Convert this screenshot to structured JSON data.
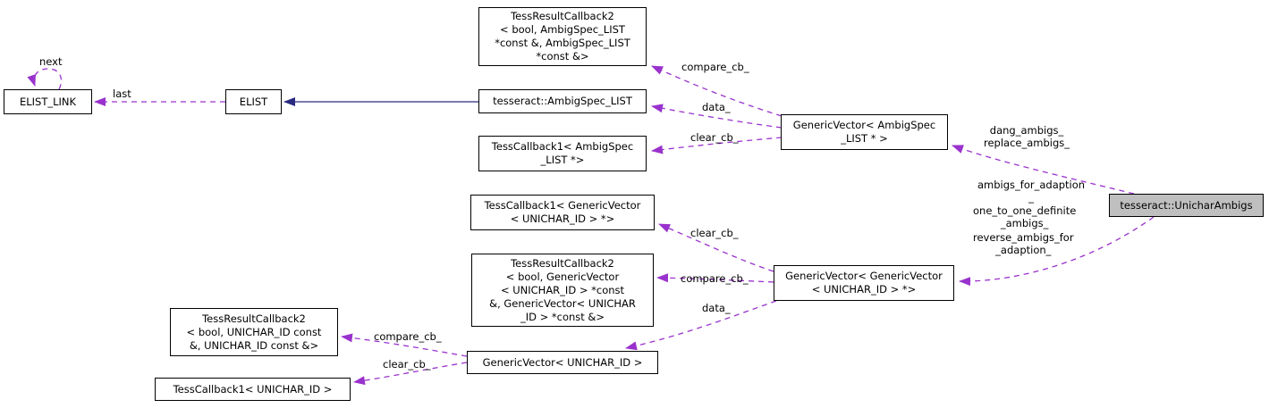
{
  "nodes": {
    "elist_link": {
      "label": "ELIST_LINK"
    },
    "elist": {
      "label": "ELIST"
    },
    "cb2_ambigspec": {
      "label": "TessResultCallback2\n< bool, AmbigSpec_LIST\n*const &, AmbigSpec_LIST\n*const &>"
    },
    "ambigspec_list": {
      "label": "tesseract::AmbigSpec_LIST"
    },
    "cb1_ambigspec": {
      "label": "TessCallback1< AmbigSpec\n_LIST *>"
    },
    "gv_ambigspec": {
      "label": "GenericVector< AmbigSpec\n_LIST * >"
    },
    "unichar_ambigs": {
      "label": "tesseract::UnicharAmbigs"
    },
    "cb1_gv_unichar": {
      "label": "TessCallback1< GenericVector\n< UNICHAR_ID > *>"
    },
    "cb2_gv_unichar": {
      "label": "TessResultCallback2\n< bool, GenericVector\n< UNICHAR_ID > *const\n&, GenericVector< UNICHAR\n_ID > *const &>"
    },
    "gv_gv_unichar": {
      "label": "GenericVector< GenericVector\n< UNICHAR_ID > *>"
    },
    "cb2_unichar": {
      "label": "TessResultCallback2\n< bool, UNICHAR_ID const\n&, UNICHAR_ID const &>"
    },
    "gv_unichar": {
      "label": "GenericVector< UNICHAR_ID >"
    },
    "cb1_unichar": {
      "label": "TessCallback1< UNICHAR_ID >"
    }
  },
  "edge_labels": {
    "next": "next",
    "last": "last",
    "compare_cb_top": "compare_cb_",
    "data_top": "data_",
    "clear_cb_top": "clear_cb_",
    "dang_replace": "dang_ambigs_\nreplace_ambigs_",
    "ambigs_for_adaption": "ambigs_for_adaption\n_",
    "one_to_one": "one_to_one_definite\n_ambigs_",
    "reverse_ambigs": "reverse_ambigs_for\n_adaption_",
    "clear_cb_mid": "clear_cb_",
    "compare_cb_mid": "compare_cb_",
    "data_mid": "data_",
    "compare_cb_bottom": "compare_cb_",
    "clear_cb_bottom": "clear_cb_"
  },
  "colors": {
    "edge_usage": "#9a32cd",
    "edge_inheritance": "#2a2a80",
    "node_fill": "#ffffff",
    "focus_node_fill": "#bfbfbf",
    "node_border": "#000000"
  }
}
